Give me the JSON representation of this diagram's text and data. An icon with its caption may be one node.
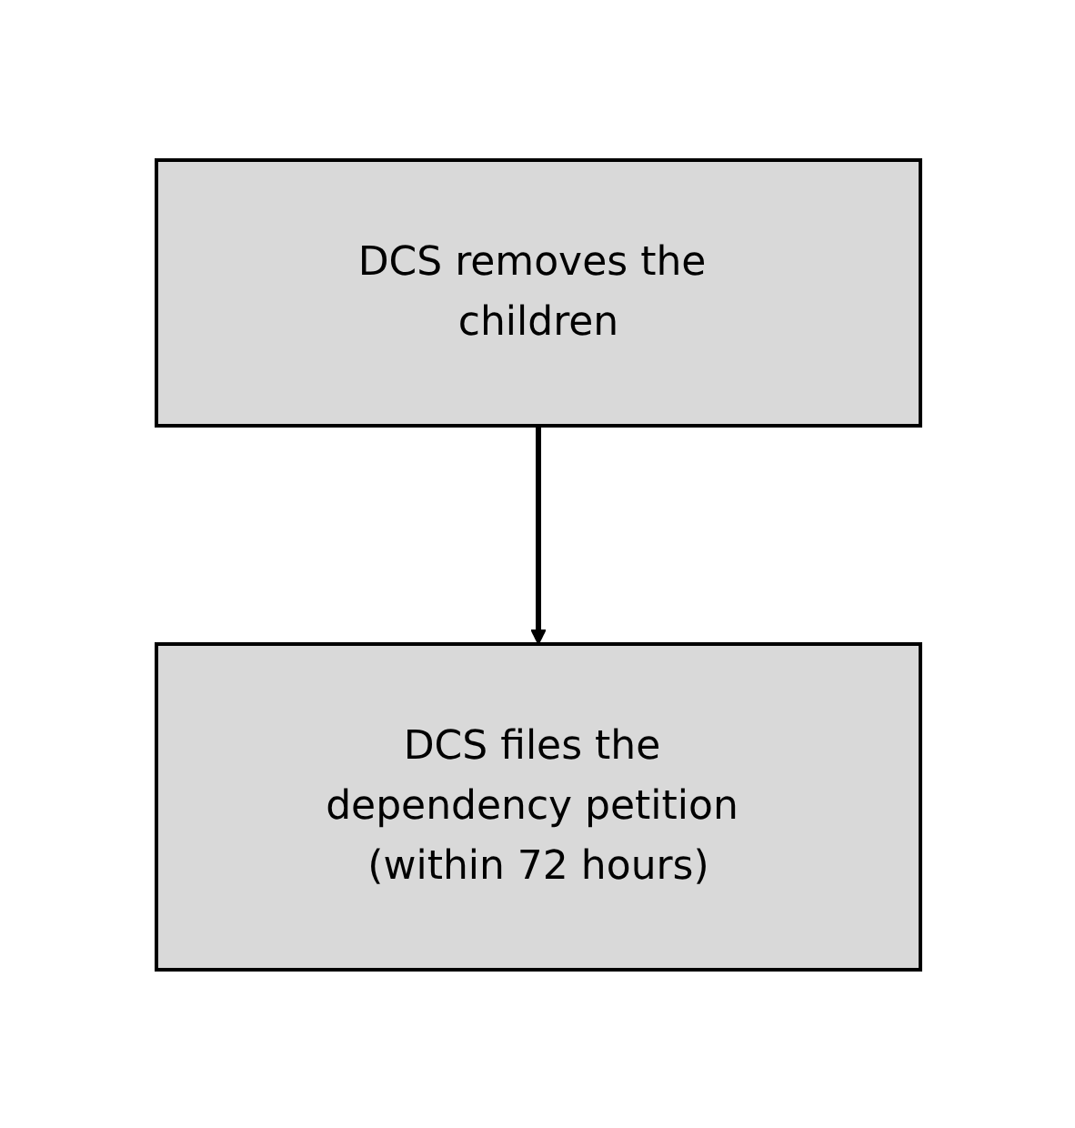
{
  "diagram": {
    "nodes": [
      {
        "text": [
          "DCS removes the children"
        ]
      },
      {
        "text": [
          "DCS files the dependency petition (within 72 hours)"
        ]
      }
    ],
    "edges": [
      {
        "from": 0,
        "to": 1,
        "arrow": "to"
      }
    ]
  }
}
